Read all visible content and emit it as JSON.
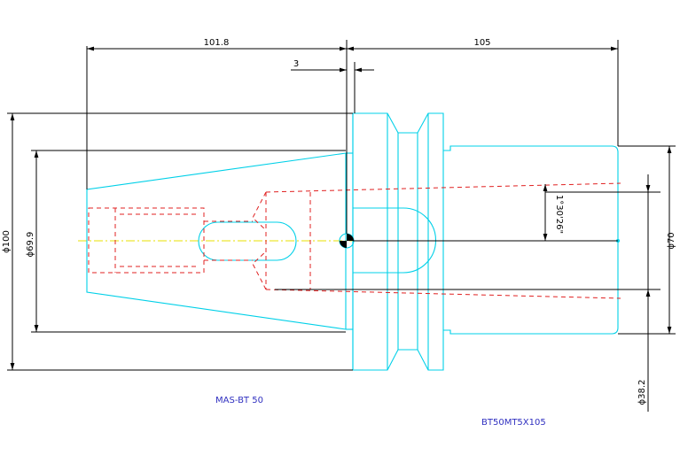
{
  "dimensions": {
    "length_left": "101.8",
    "length_right": "105",
    "offset": "3",
    "diameter_outer": "ϕ100",
    "diameter_taper": "ϕ69.9",
    "diameter_shank": "ϕ70",
    "diameter_bore": "ϕ38.2",
    "taper_angle": "1°30'26\""
  },
  "labels": {
    "standard": "MAS-BT 50",
    "part_number": "BT50MT5X105"
  },
  "colors": {
    "outline": "#00d0e8",
    "hidden": "#e02020",
    "centerline": "#e8e000",
    "dimension": "#000000",
    "label": "#3030c0"
  }
}
